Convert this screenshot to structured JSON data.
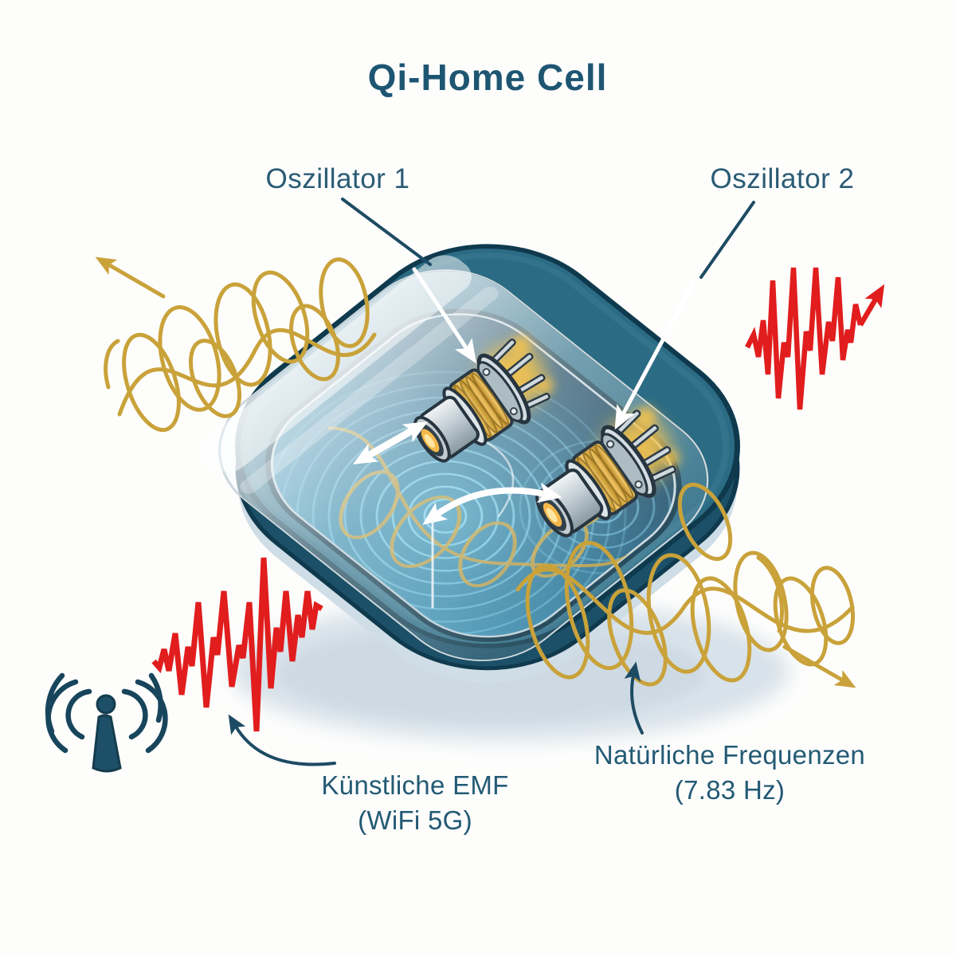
{
  "title": "Qi-Home Cell",
  "annotations": {
    "oscillator1": {
      "label": "Oszillator 1"
    },
    "oscillator2": {
      "label": "Oszillator 2"
    },
    "artificial_emf": {
      "line1": "Künstliche EMF",
      "line2": "(WiFi 5G)"
    },
    "natural_freq": {
      "line1": "Natürliche Frequenzen",
      "line2": "(7.83 Hz)"
    }
  },
  "icons": {
    "antenna": "wifi-antenna-icon",
    "device": "qi-home-cell-device",
    "oscillator1": "oscillator-1-component",
    "oscillator2": "oscillator-2-component",
    "artificial_wave_left": "red-emf-zigzag-wave-left",
    "artificial_wave_right": "red-emf-zigzag-wave-right",
    "natural_wave_upper_left": "gold-scribble-wave-upper-left",
    "natural_wave_lower_right": "gold-scribble-wave-lower-right",
    "ripples": "resonance-ripples"
  },
  "colors": {
    "background": "#fdfdfc",
    "text": "#235a74",
    "device_body": "#2b6b84",
    "device_outline": "#0f3a4e",
    "glass": "#eef5f8",
    "ripples": "#7fd2ec",
    "natural_wave": "#c9a23a",
    "artificial_wave": "#e11d1d",
    "glow": "#f6c44e"
  }
}
